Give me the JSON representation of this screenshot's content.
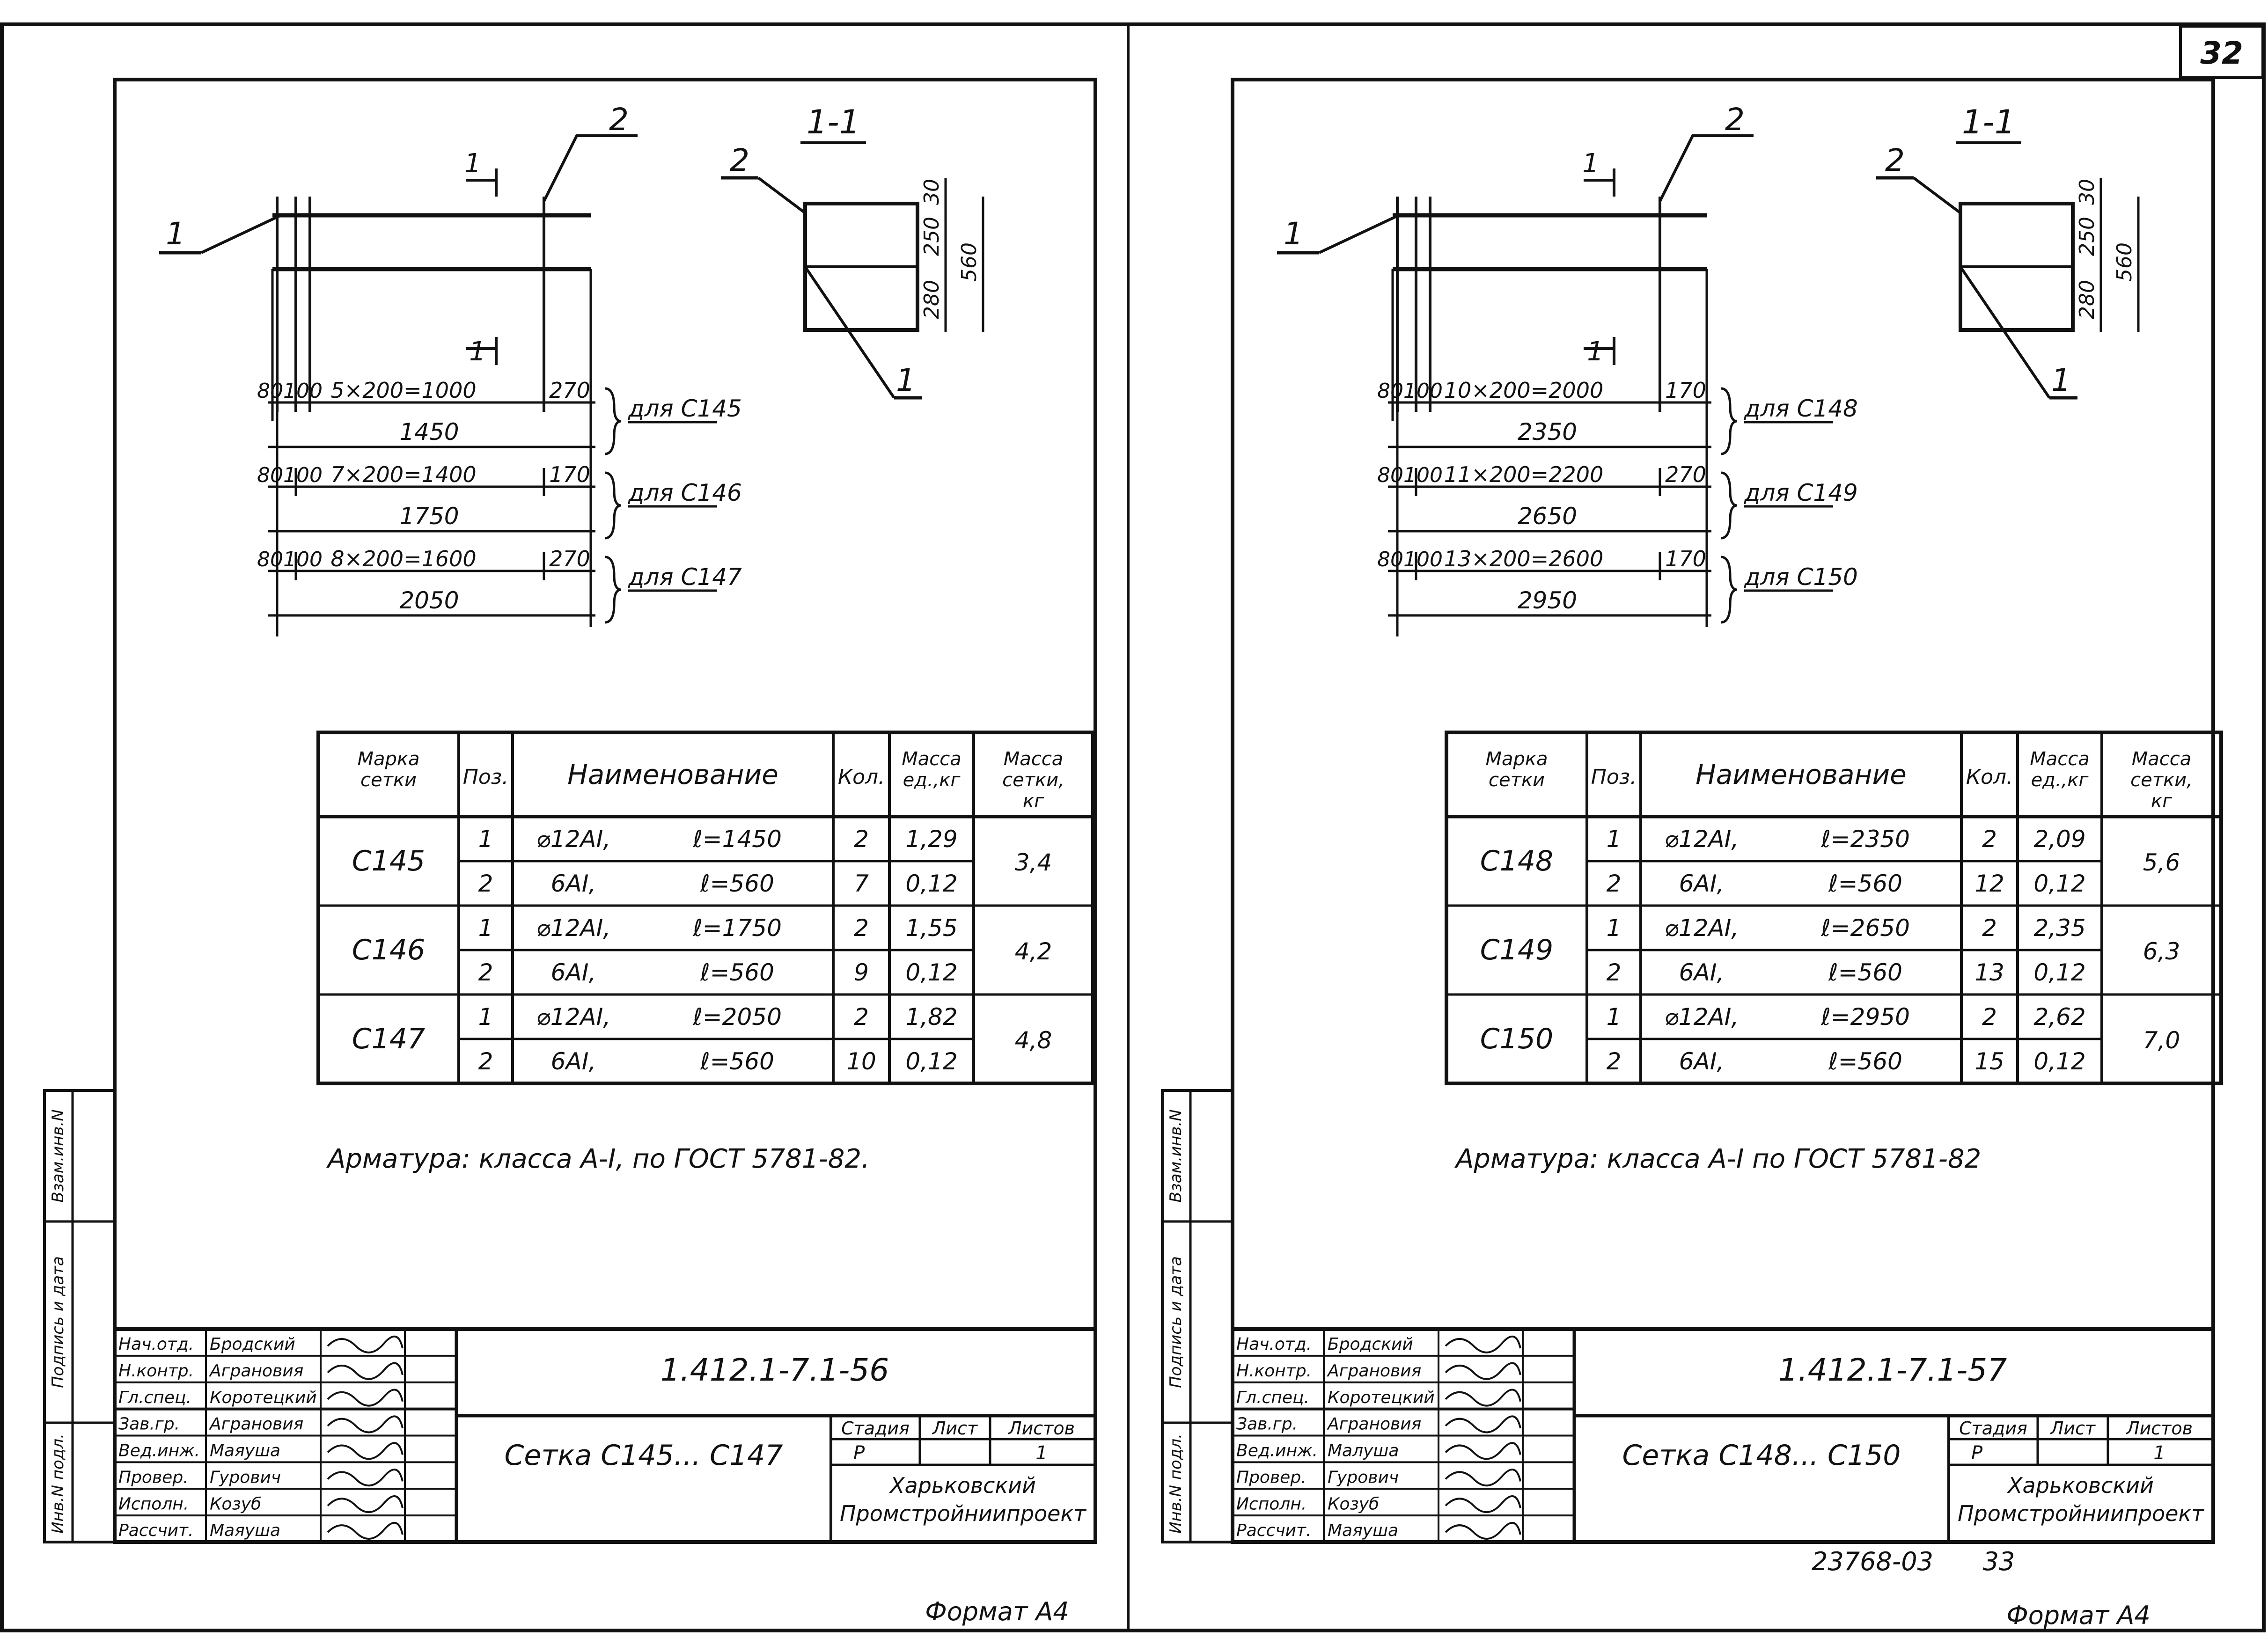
{
  "page_number": "32",
  "format_label": "Формат А4",
  "sheets": [
    {
      "section_label": "1-1",
      "callout_1": "1",
      "callout_2": "2",
      "cut_mark": "1",
      "section_dims": [
        "30",
        "250",
        "280",
        "560"
      ],
      "dimension_groups": [
        {
          "chain": [
            "80",
            "100",
            "5×200=1000",
            "270"
          ],
          "total": "1450",
          "note": "для С145"
        },
        {
          "chain": [
            "80",
            "100",
            "7×200=1400",
            "170"
          ],
          "total": "1750",
          "note": "для С146"
        },
        {
          "chain": [
            "80",
            "100",
            "8×200=1600",
            "270"
          ],
          "total": "2050",
          "note": "для С147"
        }
      ],
      "table": {
        "headers": [
          "Марка сетки",
          "Поз.",
          "Наименование",
          "Кол.",
          "Масса ед.,кг",
          "Масса сетки, кг"
        ],
        "groups": [
          {
            "mark": "С145",
            "total_mass": "3,4",
            "rows": [
              {
                "pos": "1",
                "name": "⌀12АI,",
                "length": "ℓ=1450",
                "qty": "2",
                "mass": "1,29"
              },
              {
                "pos": "2",
                "name": "6АI,",
                "length": "ℓ=560",
                "qty": "7",
                "mass": "0,12"
              }
            ]
          },
          {
            "mark": "С146",
            "total_mass": "4,2",
            "rows": [
              {
                "pos": "1",
                "name": "⌀12АI,",
                "length": "ℓ=1750",
                "qty": "2",
                "mass": "1,55"
              },
              {
                "pos": "2",
                "name": "6АI,",
                "length": "ℓ=560",
                "qty": "9",
                "mass": "0,12"
              }
            ]
          },
          {
            "mark": "С147",
            "total_mass": "4,8",
            "rows": [
              {
                "pos": "1",
                "name": "⌀12АI,",
                "length": "ℓ=2050",
                "qty": "2",
                "mass": "1,82"
              },
              {
                "pos": "2",
                "name": "6АI,",
                "length": "ℓ=560",
                "qty": "10",
                "mass": "0,12"
              }
            ]
          }
        ]
      },
      "note": "Арматура: класса А-I, по ГОСТ 5781-82.",
      "stamp": {
        "doc_code": "1.412.1-7.1-56",
        "title": "Сетка С145... С147",
        "stage_label": "Стадия",
        "sheet_label": "Лист",
        "sheets_label": "Листов",
        "stage": "Р",
        "sheets": "1",
        "org": [
          "Харьковский",
          "Промстройниипроект"
        ],
        "people": [
          [
            "Нач.отд.",
            "Бродский"
          ],
          [
            "Н.контр.",
            "Аграновия"
          ],
          [
            "Гл.спец.",
            "Коротецкий"
          ],
          [
            "Зав.гр.",
            "Аграновия"
          ],
          [
            "Вед.инж.",
            "Маяуша"
          ],
          [
            "Провер.",
            "Гурович"
          ],
          [
            "Исполн.",
            "Козуб"
          ],
          [
            "Рассчит.",
            "Маяуша"
          ]
        ]
      },
      "side_labels": [
        "Инв.N подл.",
        "Подпись и дата",
        "Взам.инв.N"
      ]
    },
    {
      "section_label": "1-1",
      "callout_1": "1",
      "callout_2": "2",
      "cut_mark": "1",
      "section_dims": [
        "30",
        "250",
        "280",
        "560"
      ],
      "dimension_groups": [
        {
          "chain": [
            "80",
            "100",
            "10×200=2000",
            "170"
          ],
          "total": "2350",
          "note": "для С148"
        },
        {
          "chain": [
            "80",
            "100",
            "11×200=2200",
            "270"
          ],
          "total": "2650",
          "note": "для С149"
        },
        {
          "chain": [
            "80",
            "100",
            "13×200=2600",
            "170"
          ],
          "total": "2950",
          "note": "для С150"
        }
      ],
      "table": {
        "headers": [
          "Марка сетки",
          "Поз.",
          "Наименование",
          "Кол.",
          "Масса ед.,кг",
          "Масса сетки, кг"
        ],
        "groups": [
          {
            "mark": "С148",
            "total_mass": "5,6",
            "rows": [
              {
                "pos": "1",
                "name": "⌀12АI,",
                "length": "ℓ=2350",
                "qty": "2",
                "mass": "2,09"
              },
              {
                "pos": "2",
                "name": "6АI,",
                "length": "ℓ=560",
                "qty": "12",
                "mass": "0,12"
              }
            ]
          },
          {
            "mark": "С149",
            "total_mass": "6,3",
            "rows": [
              {
                "pos": "1",
                "name": "⌀12АI,",
                "length": "ℓ=2650",
                "qty": "2",
                "mass": "2,35"
              },
              {
                "pos": "2",
                "name": "6АI,",
                "length": "ℓ=560",
                "qty": "13",
                "mass": "0,12"
              }
            ]
          },
          {
            "mark": "С150",
            "total_mass": "7,0",
            "rows": [
              {
                "pos": "1",
                "name": "⌀12АI,",
                "length": "ℓ=2950",
                "qty": "2",
                "mass": "2,62"
              },
              {
                "pos": "2",
                "name": "6АI,",
                "length": "ℓ=560",
                "qty": "15",
                "mass": "0,12"
              }
            ]
          }
        ]
      },
      "note": "Арматура: класса А-I по ГОСТ 5781-82",
      "stamp": {
        "doc_code": "1.412.1-7.1-57",
        "title": "Сетка С148... С150",
        "stage_label": "Стадия",
        "sheet_label": "Лист",
        "sheets_label": "Листов",
        "stage": "Р",
        "sheets": "1",
        "org": [
          "Харьковский",
          "Промстройниипроект"
        ],
        "people": [
          [
            "Нач.отд.",
            "Бродский"
          ],
          [
            "Н.контр.",
            "Аграновия"
          ],
          [
            "Гл.спец.",
            "Коротецкий"
          ],
          [
            "Зав.гр.",
            "Аграновия"
          ],
          [
            "Вед.инж.",
            "Малуша"
          ],
          [
            "Провер.",
            "Гурович"
          ],
          [
            "Исполн.",
            "Козуб"
          ],
          [
            "Рассчит.",
            "Маяуша"
          ]
        ]
      },
      "side_labels": [
        "Инв.N подл.",
        "Подпись и дата",
        "Взам.инв.N"
      ]
    }
  ],
  "footer_number": "23768-03",
  "footer_page": "33"
}
